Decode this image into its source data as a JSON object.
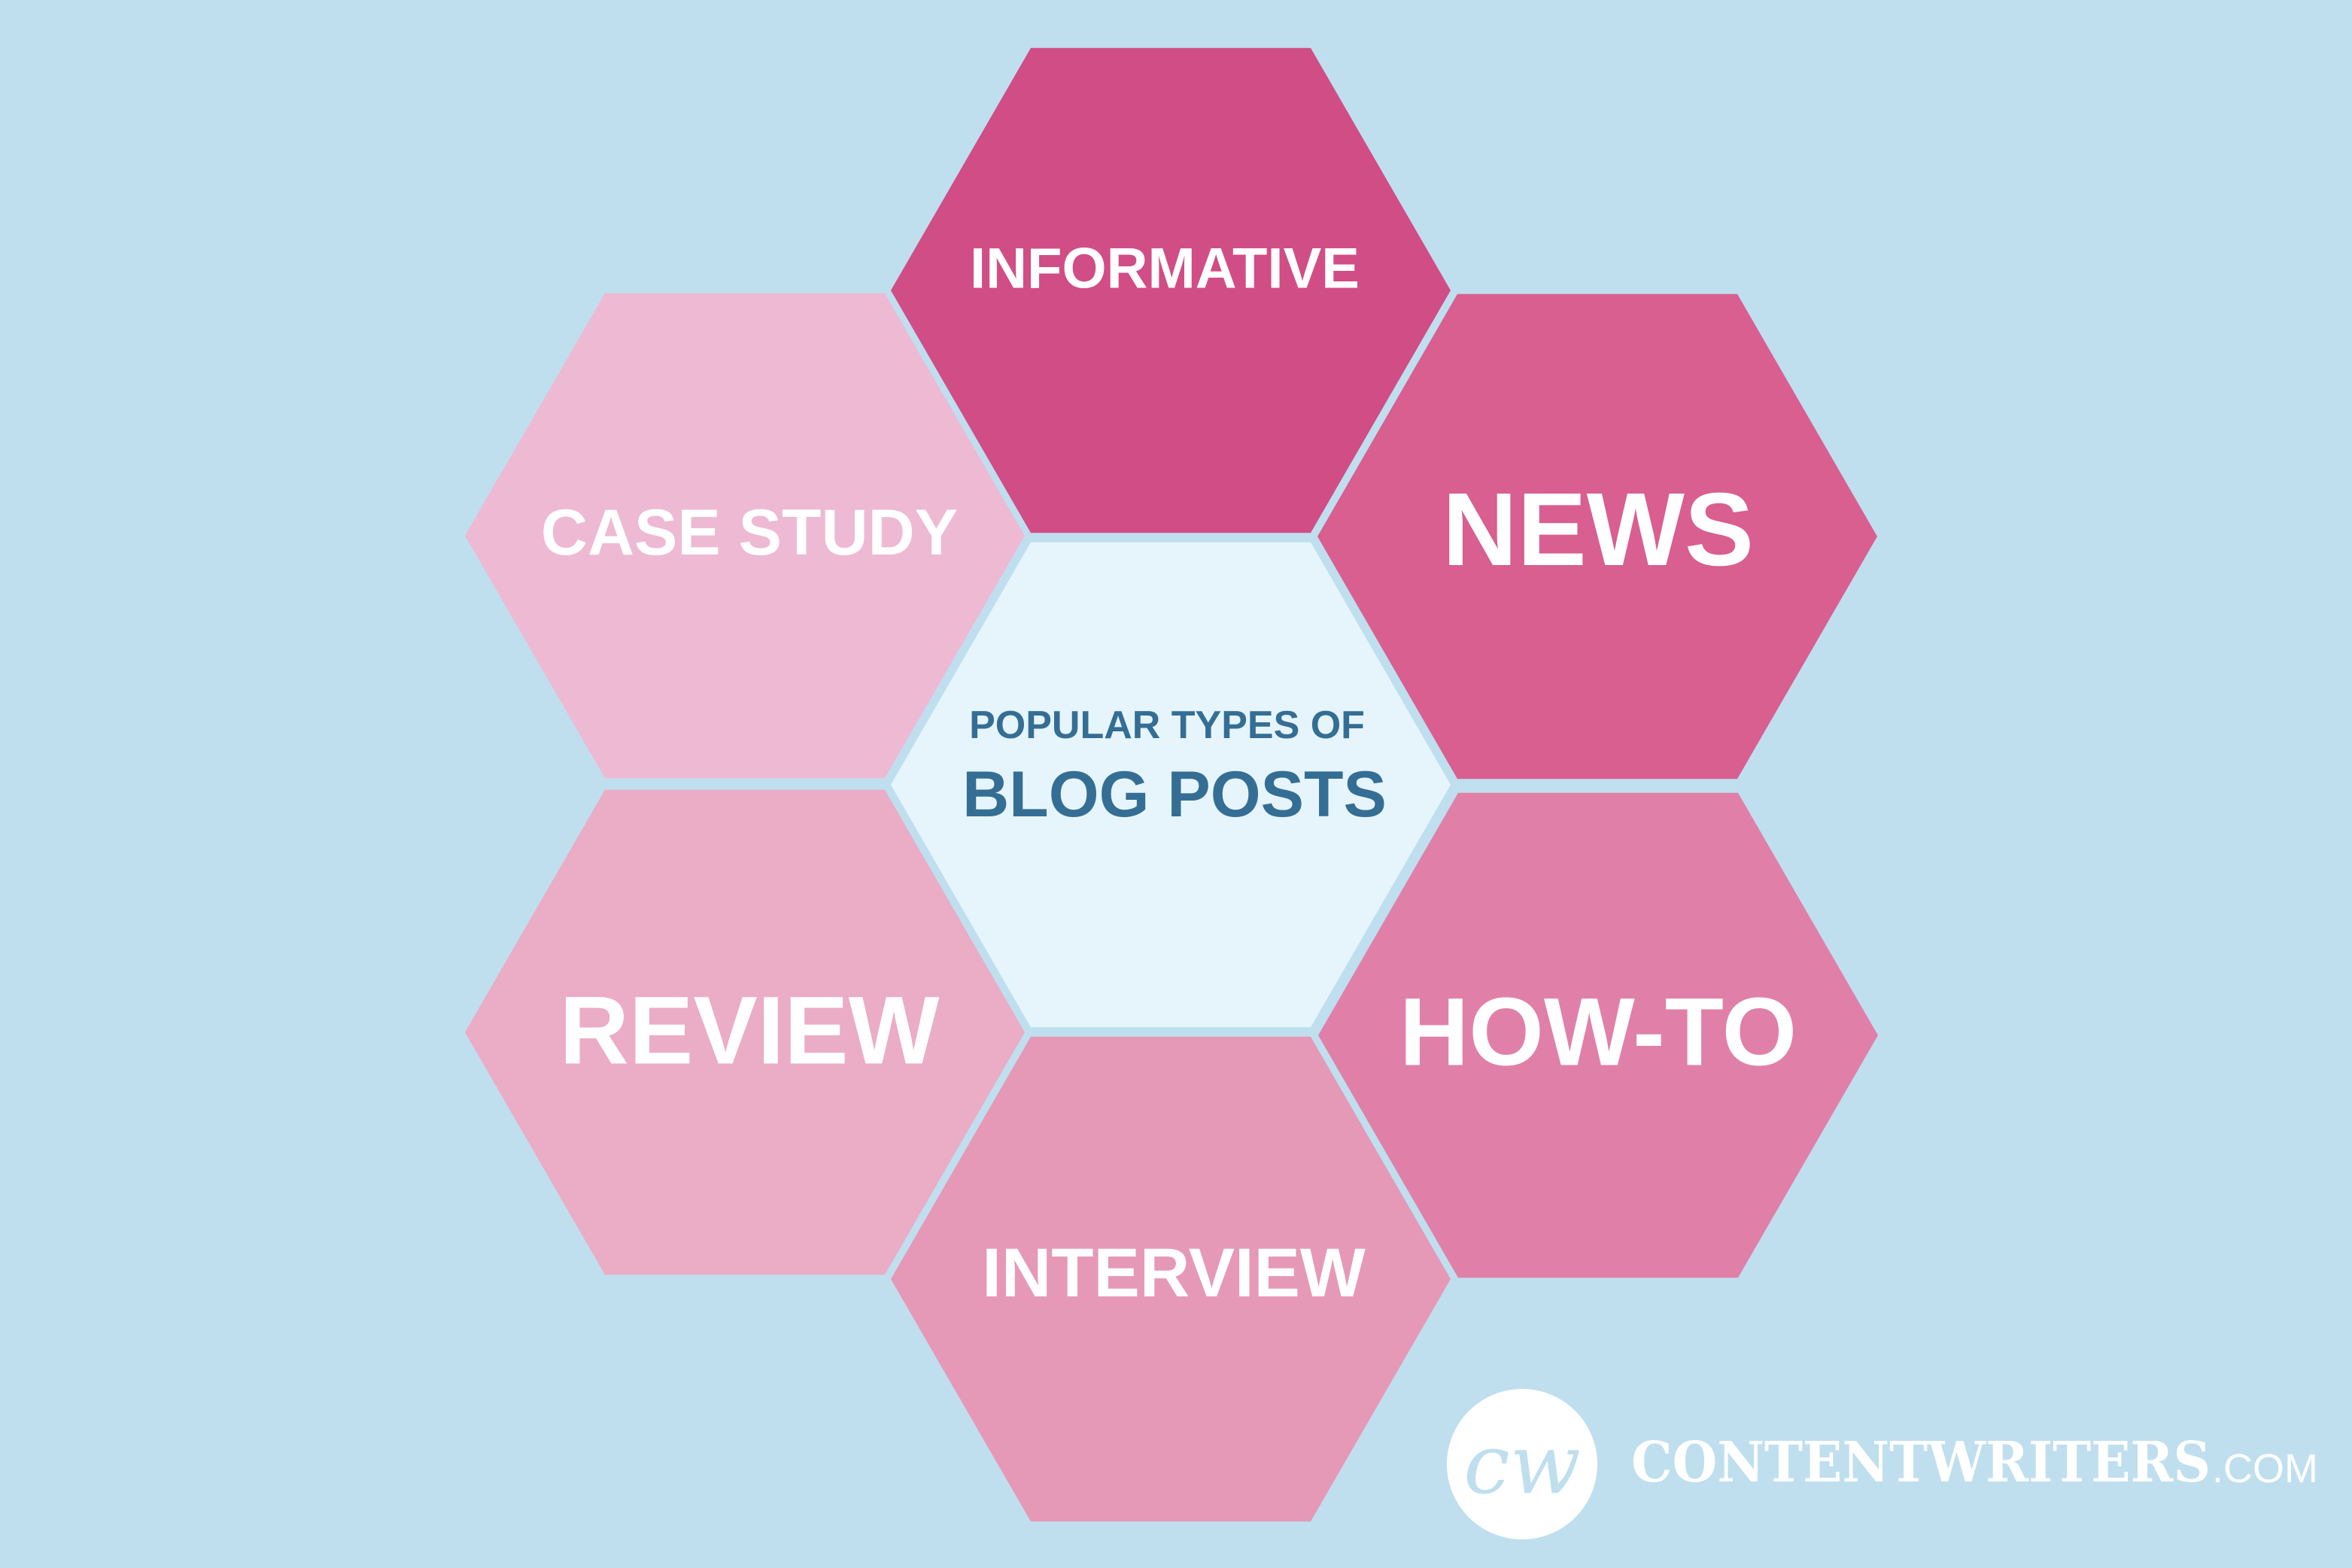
{
  "diagram": {
    "center": {
      "line1": "POPULAR TYPES OF",
      "line2": "BLOG POSTS",
      "color": "#e6f5fc",
      "text_color": "#356e94"
    },
    "hexagons": [
      {
        "id": "informative",
        "label": "INFORMATIVE",
        "color": "#d14d85"
      },
      {
        "id": "news",
        "label": "NEWS",
        "color": "#d85f90"
      },
      {
        "id": "how-to",
        "label": "HOW-TO",
        "color": "#e080a8"
      },
      {
        "id": "interview",
        "label": "INTERVIEW",
        "color": "#e699b7"
      },
      {
        "id": "review",
        "label": "REVIEW",
        "color": "#ebacc6"
      },
      {
        "id": "case-study",
        "label": "CASE STUDY",
        "color": "#eeb9d3"
      }
    ]
  },
  "brand": {
    "logo_mark": "cw",
    "name": "CONTENTWRITERS",
    "suffix": ".COM"
  },
  "colors": {
    "background": "#bfdfee",
    "brand_text": "#ffffff"
  }
}
